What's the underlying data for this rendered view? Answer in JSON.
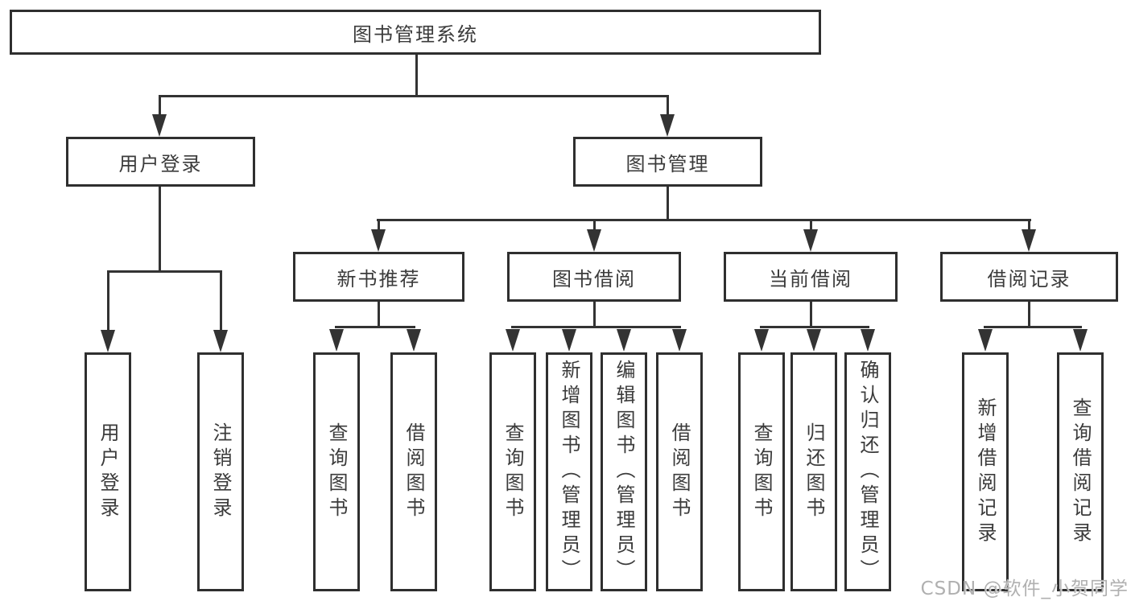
{
  "colors": {
    "background": "#ffffff",
    "line": "#333333",
    "border": "#2f2f2f",
    "text": "#3b3b3b",
    "watermark": "#b0b0b0"
  },
  "watermark": {
    "text": "CSDN @软件_小贺同学"
  },
  "tree": {
    "root": {
      "label": "图书管理系统"
    },
    "branches": [
      {
        "label": "用户登录",
        "children": [
          {
            "label": "用户登录"
          },
          {
            "label": "注销登录"
          }
        ]
      },
      {
        "label": "图书管理",
        "groups": [
          {
            "label": "新书推荐",
            "children": [
              {
                "label": "查询图书"
              },
              {
                "label": "借阅图书"
              }
            ]
          },
          {
            "label": "图书借阅",
            "children": [
              {
                "label": "查询图书"
              },
              {
                "label": "新增图书（管理员）"
              },
              {
                "label": "编辑图书（管理员）"
              },
              {
                "label": "借阅图书"
              }
            ]
          },
          {
            "label": "当前借阅",
            "children": [
              {
                "label": "查询图书"
              },
              {
                "label": "归还图书"
              },
              {
                "label": "确认归还（管理员）"
              }
            ]
          },
          {
            "label": "借阅记录",
            "children": [
              {
                "label": "新增借阅记录"
              },
              {
                "label": "查询借阅记录"
              }
            ]
          }
        ]
      }
    ]
  }
}
